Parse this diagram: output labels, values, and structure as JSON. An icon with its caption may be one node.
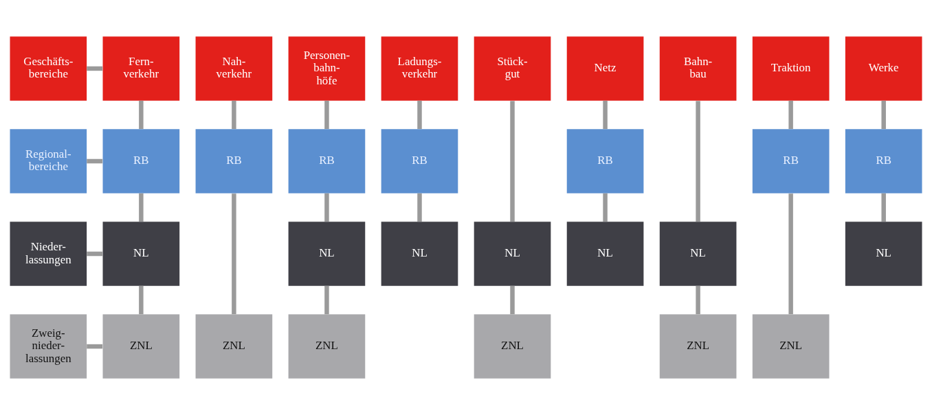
{
  "diagram": {
    "nodes": [
      {
        "text": [
          "Geschäfts- bereiche"
        ]
      },
      {
        "text": [
          "Fern- verkehr"
        ]
      },
      {
        "text": [
          "Nah- verkehr"
        ]
      },
      {
        "text": [
          "Personen- bahn- höfe"
        ]
      },
      {
        "text": [
          "Ladungs- verkehr"
        ]
      },
      {
        "text": [
          "Stück- gut"
        ]
      },
      {
        "text": [
          "Netz"
        ]
      },
      {
        "text": [
          "Bahn- bau"
        ]
      },
      {
        "text": [
          "Traktion"
        ]
      },
      {
        "text": [
          "Werke"
        ]
      },
      {
        "text": [
          "Regional- bereiche"
        ]
      },
      {
        "text": [
          "RB"
        ]
      },
      {
        "text": [
          "RB"
        ]
      },
      {
        "text": [
          "RB"
        ]
      },
      {
        "text": [
          "RB"
        ]
      },
      {
        "text": [
          "RB"
        ]
      },
      {
        "text": [
          "RB"
        ]
      },
      {
        "text": [
          "RB"
        ]
      },
      {
        "text": [
          "Nieder- lassungen"
        ]
      },
      {
        "text": [
          "NL"
        ]
      },
      {
        "text": [
          "NL"
        ]
      },
      {
        "text": [
          "NL"
        ]
      },
      {
        "text": [
          "NL"
        ]
      },
      {
        "text": [
          "NL"
        ]
      },
      {
        "text": [
          "NL"
        ]
      },
      {
        "text": [
          "NL"
        ]
      },
      {
        "text": [
          "Zweig- nieder- lassungen"
        ]
      },
      {
        "text": [
          "ZNL"
        ]
      },
      {
        "text": [
          "ZNL"
        ]
      },
      {
        "text": [
          "ZNL"
        ]
      },
      {
        "text": [
          "ZNL"
        ]
      },
      {
        "text": [
          "ZNL"
        ]
      },
      {
        "text": [
          "ZNL"
        ]
      }
    ],
    "edges": [
      {
        "from": 0,
        "to": 1,
        "arrow": "none"
      },
      {
        "from": 10,
        "to": 11,
        "arrow": "none"
      },
      {
        "from": 18,
        "to": 19,
        "arrow": "none"
      },
      {
        "from": 26,
        "to": 27,
        "arrow": "none"
      },
      {
        "from": 1,
        "to": 11,
        "arrow": "none"
      },
      {
        "from": 11,
        "to": 19,
        "arrow": "none"
      },
      {
        "from": 19,
        "to": 27,
        "arrow": "none"
      },
      {
        "from": 2,
        "to": 12,
        "arrow": "none"
      },
      {
        "from": 12,
        "to": 28,
        "arrow": "none"
      },
      {
        "from": 3,
        "to": 13,
        "arrow": "none"
      },
      {
        "from": 13,
        "to": 20,
        "arrow": "none"
      },
      {
        "from": 20,
        "to": 29,
        "arrow": "none"
      },
      {
        "from": 4,
        "to": 14,
        "arrow": "none"
      },
      {
        "from": 14,
        "to": 21,
        "arrow": "none"
      },
      {
        "from": 5,
        "to": 22,
        "arrow": "none"
      },
      {
        "from": 22,
        "to": 30,
        "arrow": "none"
      },
      {
        "from": 6,
        "to": 15,
        "arrow": "none"
      },
      {
        "from": 15,
        "to": 23,
        "arrow": "none"
      },
      {
        "from": 7,
        "to": 24,
        "arrow": "none"
      },
      {
        "from": 24,
        "to": 31,
        "arrow": "none"
      },
      {
        "from": 8,
        "to": 16,
        "arrow": "none"
      },
      {
        "from": 16,
        "to": 32,
        "arrow": "none"
      },
      {
        "from": 9,
        "to": 17,
        "arrow": "none"
      },
      {
        "from": 17,
        "to": 25,
        "arrow": "none"
      }
    ]
  }
}
